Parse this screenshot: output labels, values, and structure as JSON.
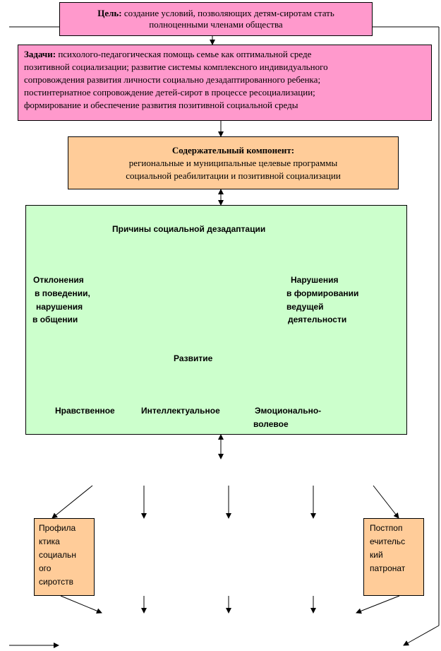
{
  "goal": {
    "label": "Цель:",
    "line1": "создание условий, позволяющих детям-сиротам стать",
    "line2": "полноценными членами общества"
  },
  "tasks": {
    "label": "Задачи:",
    "line1": "психолого-педагогическая помощь семье как оптимальной среде",
    "line2": "позитивной социализации; развитие системы комплексного индивидуального",
    "line3": "сопровождения развития личности социально дезадаптированного ребенка;",
    "line4": "постинтернатное сопровождение детей-сирот в процессе ресоциализации;",
    "line5": "формирование и обеспечение развития позитивной  социальной среды"
  },
  "content_component": {
    "title": "Содержательный компонент:",
    "line1": "региональные и муниципальные целевые программы",
    "line2": "социальной реабилитации и позитивной социализации"
  },
  "causes": {
    "title": "Причины социальной дезадаптации",
    "left": [
      "Отклонения",
      "в поведении,",
      "нарушения",
      "в общении"
    ],
    "right": [
      "Нарушения",
      "в формировании",
      "ведущей",
      "деятельности"
    ],
    "development_title": "Развитие",
    "dev_moral": "Нравственное",
    "dev_intellectual": "Интеллектуальное",
    "dev_emotional_1": "Эмоционально-",
    "dev_emotional_2": "волевое"
  },
  "prevention": [
    "Профила",
    "ктика",
    "социальн",
    "ого",
    "сиротств"
  ],
  "patronage": [
    "Постпоп",
    "ечительс",
    "кий",
    "патронат"
  ],
  "colors": {
    "pink": "#ff99cc",
    "peach": "#ffcc99",
    "green": "#ccffcc"
  }
}
